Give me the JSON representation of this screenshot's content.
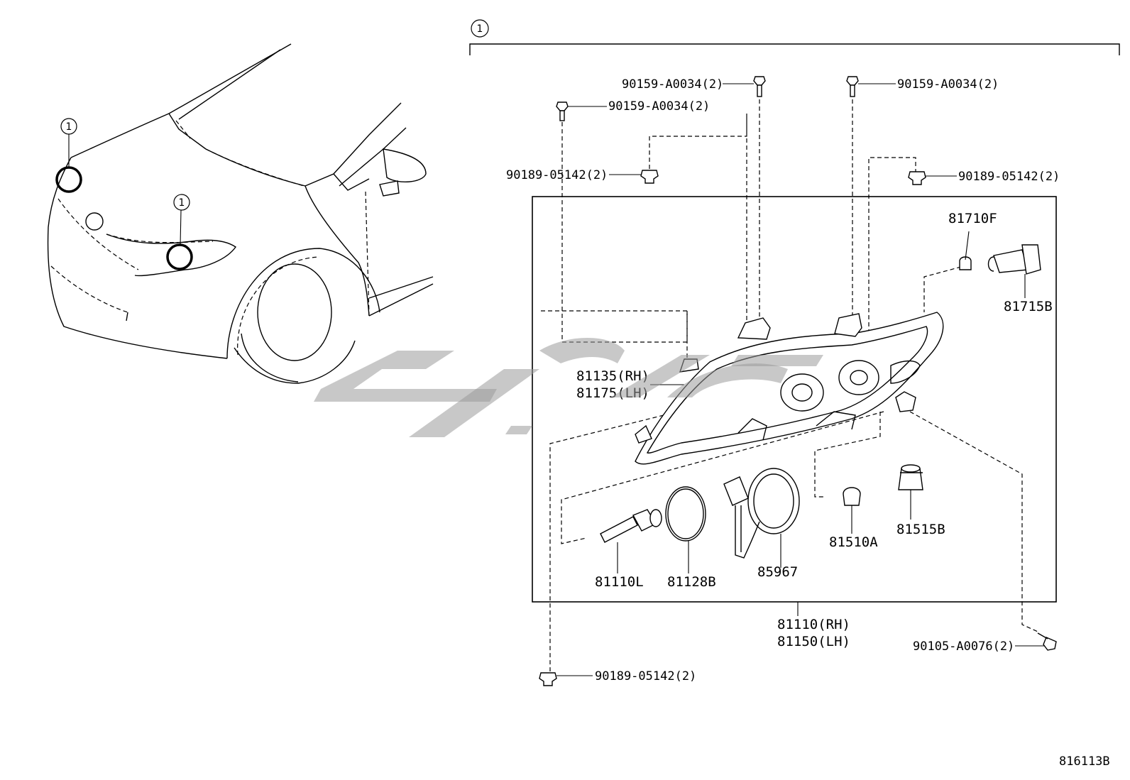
{
  "callout_ref": "1",
  "diagram_code": "816113B",
  "part_numbers": {
    "bolt_top_left": "90159-A0034(2)",
    "bolt_top_center": "90159-A0034(2)",
    "bolt_top_right": "90159-A0034(2)",
    "clip_left": "90189-05142(2)",
    "clip_right": "90189-05142(2)",
    "clip_bottom": "90189-05142(2)",
    "screw_bottom_right": "90105-A0076(2)",
    "housing_rh": "81135(RH)",
    "housing_lh": "81175(LH)",
    "bulb_81710F": "81710F",
    "socket_81715B": "81715B",
    "bulb_81110L": "81110L",
    "gasket_81128B": "81128B",
    "cover_85967": "85967",
    "bulb_81510A": "81510A",
    "socket_81515B": "81515B",
    "assy_rh": "81110(RH)",
    "assy_lh": "81150(LH)"
  }
}
